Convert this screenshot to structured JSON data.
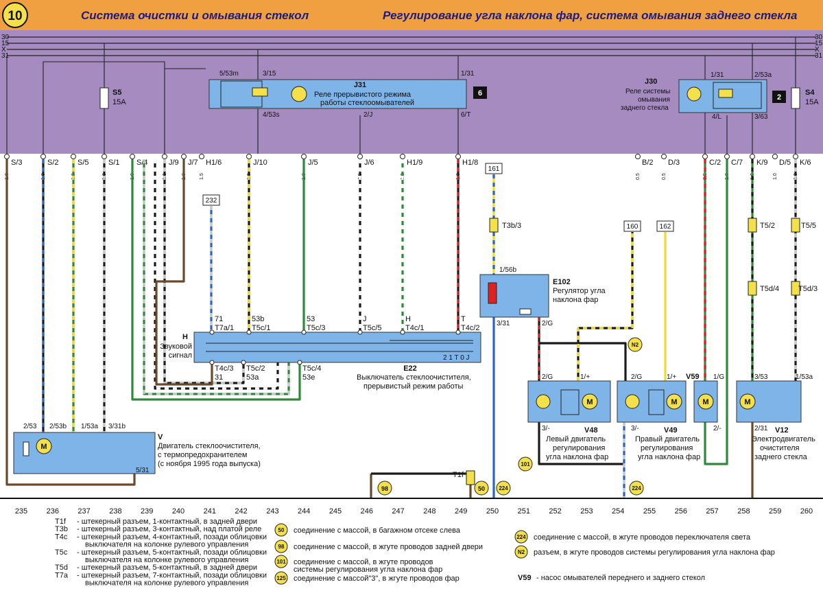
{
  "header": {
    "page_number": "10",
    "title_left": "Система очистки и омывания стекол",
    "title_right": "Регулирование угла наклона фар, система омывания заднего стекла"
  },
  "bus_labels": [
    "30",
    "15",
    "X",
    "31"
  ],
  "relays": {
    "j31": {
      "code": "J31",
      "line1": "Реле прерывистого режима",
      "line2": "работы стеклоомывателей",
      "box": "6",
      "pins": [
        "5/53m",
        "3/15",
        "1/31",
        "4/53s",
        "2/J",
        "6/T"
      ]
    },
    "j30": {
      "code": "J30",
      "line1": "Реле системы",
      "line2": "омывания",
      "line3": "заднего стекла",
      "box": "2",
      "pins": [
        "1/31",
        "2/53a",
        "4/L",
        "3/63"
      ]
    },
    "s5": {
      "code": "S5",
      "rating": "15A"
    },
    "s4": {
      "code": "S4",
      "rating": "15A"
    }
  },
  "connector_labels": [
    "S/3",
    "S/2",
    "S/5",
    "S/1",
    "S/4",
    "J/9",
    "J/7",
    "H1/6",
    "J/10",
    "J/5",
    "J/6",
    "H1/9",
    "H1/8",
    "B/2",
    "D/3",
    "C/2",
    "C/7",
    "K/9",
    "D/5",
    "K/6"
  ],
  "wire_sizes": [
    "1.0",
    "1.0",
    "1.0",
    "1.0",
    "1.0",
    "1.0",
    "1.0",
    "1.5",
    "1.0",
    "1.0",
    "0.5",
    "1.0",
    "1.0",
    "0.5",
    "0.5",
    "0.5",
    "1.0",
    "1.0",
    "1.0",
    "1.0"
  ],
  "references": [
    "232",
    "161",
    "160",
    "162"
  ],
  "components": {
    "e22": {
      "code": "E22",
      "line1": "Выключатель стеклоочистителя,",
      "line2": "прерывистый режим работы",
      "pins_top": [
        "71",
        "53b",
        "53",
        "J",
        "H",
        "T"
      ],
      "pins_top_conn": [
        "T7a/1",
        "T5c/1",
        "T5c/3",
        "T5c/5",
        "T4c/1",
        "T4c/2"
      ],
      "pins_bottom_conn": [
        "T4c/3",
        "T5c/2",
        "T5c/4"
      ],
      "pins_bottom": [
        "31",
        "53a",
        "53e"
      ],
      "inner": "2 1 T 0 J"
    },
    "horn": {
      "code": "H",
      "line1": "Звуковой",
      "line2": "сигнал"
    },
    "e102": {
      "code": "E102",
      "line1": "Регулятор угла",
      "line2": "наклона фар",
      "pins": [
        "1/56b",
        "3/31",
        "2/G"
      ]
    },
    "v": {
      "code": "V",
      "line1": "Двигатель стеклоочистителя,",
      "line2": "с термопредохранителем",
      "line3": "(с ноября 1995 года выпуска)",
      "pins": [
        "2/53",
        "2/53b",
        "1/53a",
        "3/31b",
        "5/31"
      ]
    },
    "v48": {
      "code": "V48",
      "line1": "Левый двигатель",
      "line2": "регулирования",
      "line3": "угла наклона фар",
      "pins": [
        "2/G",
        "1/+",
        "3/-"
      ]
    },
    "v49": {
      "code": "V49",
      "line1": "Правый двигатель",
      "line2": "регулирования",
      "line3": "угла наклона фар",
      "pins": [
        "2/G",
        "1/+",
        "3/-"
      ]
    },
    "v59": {
      "code": "V59",
      "pins": [
        "1/G",
        "2/-"
      ]
    },
    "v12": {
      "code": "V12",
      "line1": "Электродвигатель",
      "line2": "очистителя",
      "line3": "заднего стекла",
      "pins": [
        "3/53",
        "1/53a",
        "2/31"
      ]
    },
    "motor_symbol": "M"
  },
  "connectors": [
    "T3b/3",
    "T5/2",
    "T5/5",
    "T5d/4",
    "T5d/3",
    "T1f"
  ],
  "grounds": [
    "50",
    "98",
    "224",
    "101",
    "224",
    "N2"
  ],
  "grid_numbers": [
    "235",
    "236",
    "237",
    "238",
    "239",
    "240",
    "241",
    "242",
    "243",
    "244",
    "245",
    "246",
    "247",
    "248",
    "249",
    "250",
    "251",
    "252",
    "253",
    "254",
    "255",
    "256",
    "257",
    "258",
    "259",
    "260"
  ],
  "legend_left": [
    {
      "code": "T1f",
      "text": "- штекерный разъем, 1-контактный, в задней двери"
    },
    {
      "code": "T3b",
      "text": "- штекерный разъем, 3-контактный, над платой реле"
    },
    {
      "code": "T4c",
      "text": "- штекерный разъем, 4-контактный, позади облицовки"
    },
    {
      "code": "",
      "text": "выключателя на колонке рулевого управления"
    },
    {
      "code": "T5c",
      "text": "- штекерный разъем, 5-контактный, позади облицовки"
    },
    {
      "code": "",
      "text": "выключателя на колонке рулевого управления"
    },
    {
      "code": "T5d",
      "text": "- штекерный разъем, 5-контактный, в задней двери"
    },
    {
      "code": "T7a",
      "text": "- штекерный разъем, 7-контактный, позади облицовки"
    },
    {
      "code": "",
      "text": "выключателя на колонке рулевого управления"
    }
  ],
  "legend_mid": [
    {
      "badge": "50",
      "text": "соединение с массой, в багажном отсеке слева"
    },
    {
      "badge": "98",
      "text": "соединение с массой, в жгуте проводов задней двери"
    },
    {
      "badge": "101",
      "text": "соединение с массой, в жгуте проводов",
      "text2": "системы регулирования угла наклона фар"
    },
    {
      "badge": "125",
      "text": "соединение с массой\"3\", в жгуте проводов фар"
    }
  ],
  "legend_right": [
    {
      "badge": "224",
      "text": "соединение с массой, в жгуте проводов переключателя света"
    },
    {
      "badge": "N2",
      "text": "разъем, в жгуте проводов системы регулирования угла наклона фар"
    }
  ],
  "legend_v59": {
    "code": "V59",
    "text": "- насос омывателей переднего и заднего стекол"
  },
  "colors": {
    "header_bg": "#f0a040",
    "relay_panel": "#a58bc0",
    "component_box": "#7fb4e8",
    "badge": "#f3e04a",
    "title": "#1a1a8a"
  }
}
